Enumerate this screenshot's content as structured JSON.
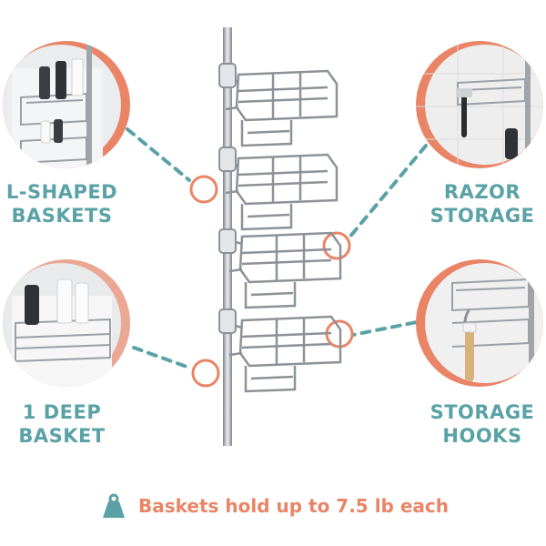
{
  "features": {
    "top_left": {
      "line1": "L-SHAPED",
      "line2": "BASKETS"
    },
    "bottom_left": {
      "line1": "1 DEEP",
      "line2": "BASKET"
    },
    "top_right": {
      "line1": "RAZOR",
      "line2": "STORAGE"
    },
    "bottom_right": {
      "line1": "STORAGE",
      "line2": "HOOKS"
    }
  },
  "footer": {
    "text": "Baskets hold up to 7.5 lb each",
    "icon": "weight-icon"
  },
  "colors": {
    "teal": "#5aa2a6",
    "coral": "#ea8466",
    "chrome": "#9aa0a6"
  }
}
